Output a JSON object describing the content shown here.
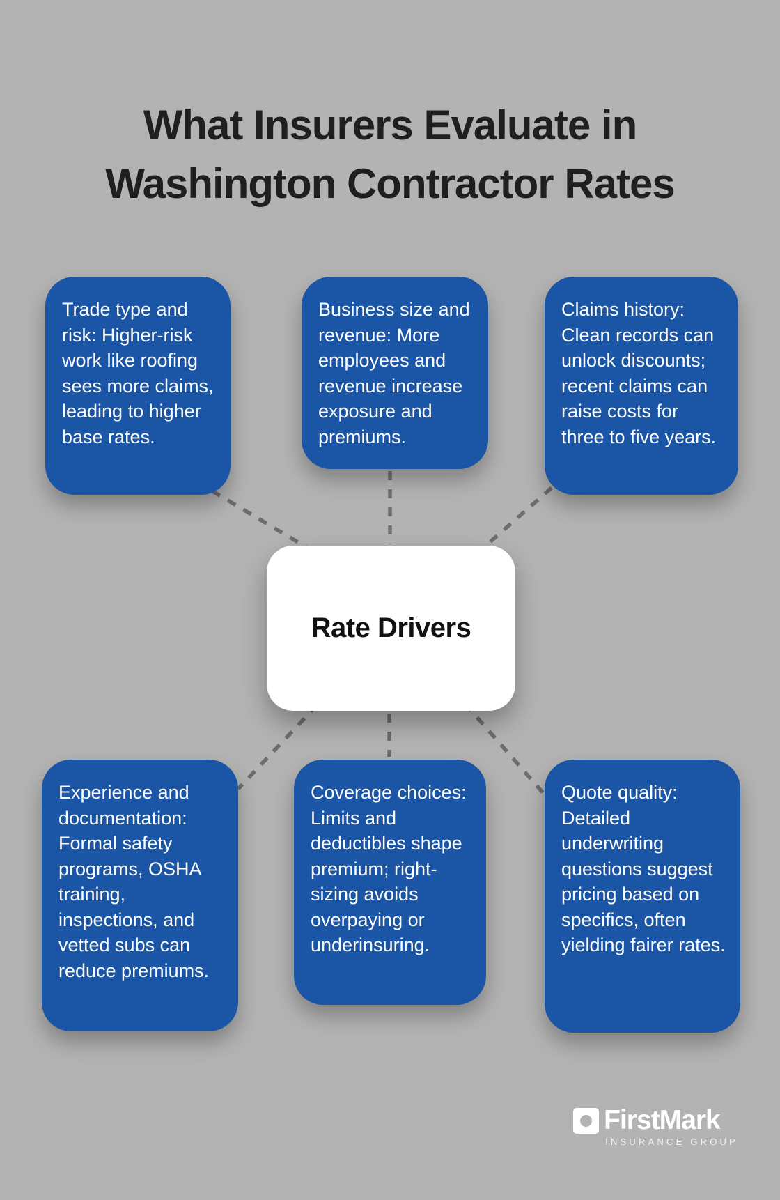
{
  "title": "What Insurers Evaluate in Washington Contractor Rates",
  "center": {
    "label": "Rate Drivers"
  },
  "nodes": [
    {
      "id": "trade-type-and-risk",
      "text": "Trade type and risk: Higher-risk work like roofing sees more claims, leading to higher base rates."
    },
    {
      "id": "business-size-and-revenue",
      "text": "Business size and revenue: More employees and revenue increase exposure and premiums."
    },
    {
      "id": "claims-history",
      "text": "Claims history: Clean records can unlock discounts; recent claims can raise costs for three to five years."
    },
    {
      "id": "experience-and-documentation",
      "text": "Experience and documentation: Formal safety programs, OSHA training, inspections, and vetted subs can reduce premiums."
    },
    {
      "id": "coverage-choices",
      "text": "Coverage choices: Limits and deductibles shape premium; right-sizing avoids overpaying or underinsuring."
    },
    {
      "id": "quote-quality",
      "text": "Quote quality: Detailed underwriting questions suggest pricing based on specifics, often yielding fairer rates."
    }
  ],
  "logo": {
    "name": "FirstMark",
    "subtitle": "INSURANCE GROUP"
  },
  "colors": {
    "background": "#b3b3b3",
    "card_blue": "#1b55a5",
    "card_text": "#ffffff",
    "center_box": "#ffffff",
    "title_text": "#1f1f1f",
    "dashed_line": "#6d6d6d"
  }
}
